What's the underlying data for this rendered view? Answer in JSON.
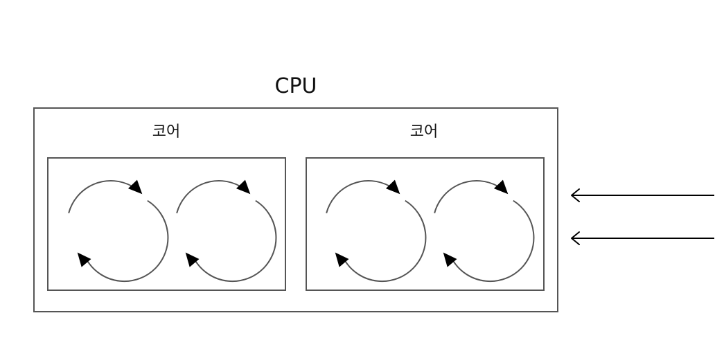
{
  "cpu": {
    "label": "CPU"
  },
  "cores": [
    {
      "label": "코어",
      "threads": 2
    },
    {
      "label": "코어",
      "threads": 2
    }
  ],
  "incoming_arrows": 2,
  "colors": {
    "box_border": "#555555",
    "cycle_stroke": "#555555",
    "arrowhead": "#000000",
    "arrow_line": "#000000"
  }
}
